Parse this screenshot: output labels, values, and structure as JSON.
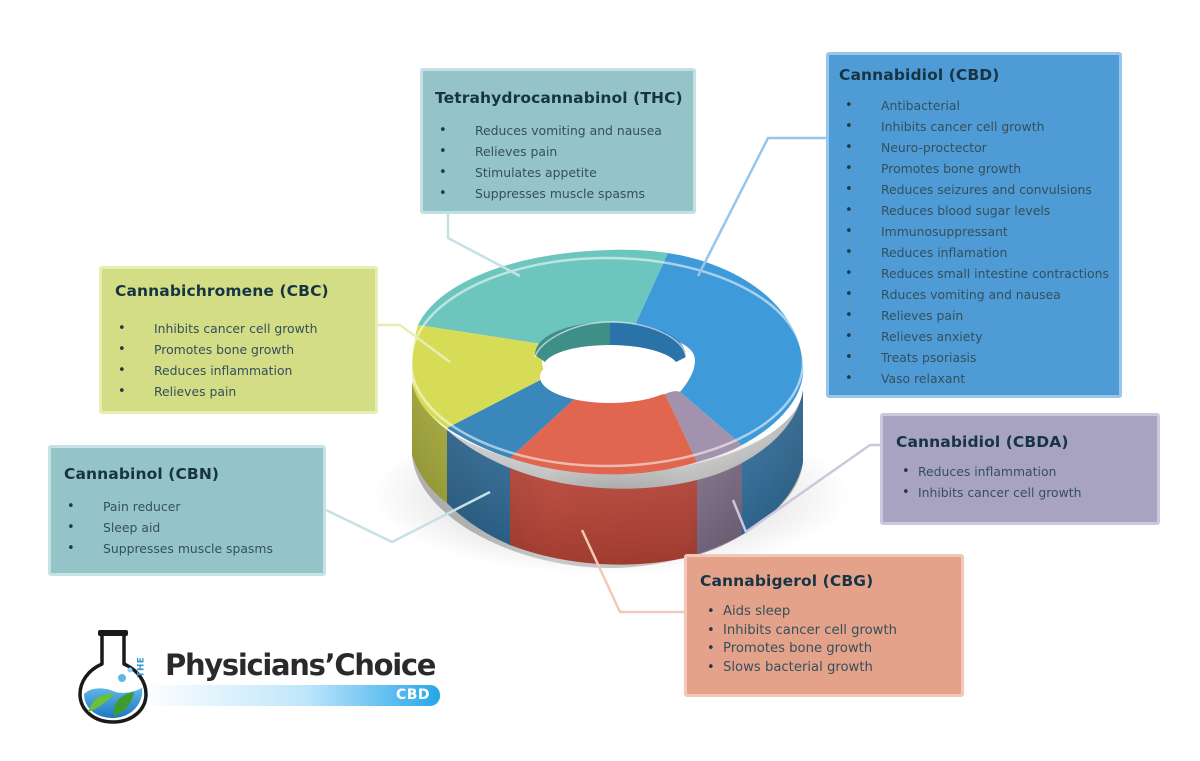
{
  "diagram": {
    "segments": [
      {
        "name": "THC",
        "color": "#6cc6bd"
      },
      {
        "name": "CBD",
        "color": "#3e9ad8"
      },
      {
        "name": "CBDA",
        "color": "#a392ad"
      },
      {
        "name": "CBG",
        "color": "#e06650"
      },
      {
        "name": "CBN",
        "color": "#3a87bb"
      },
      {
        "name": "CBC",
        "color": "#d6dc55"
      }
    ]
  },
  "cards": {
    "thc": {
      "title": "Tetrahydrocannabinol (THC)",
      "items": [
        "Reduces vomiting and nausea",
        "Relieves pain",
        "Stimulates appetite",
        "Suppresses muscle spasms"
      ],
      "color": "#94c4c7"
    },
    "cbd": {
      "title": "Cannabidiol (CBD)",
      "items": [
        "Antibacterial",
        "Inhibits cancer cell growth",
        "Neuro-proctector",
        "Promotes bone growth",
        "Reduces seizures and convulsions",
        "Reduces blood sugar levels",
        "Immunosuppressant",
        "Reduces inflamation",
        "Reduces small intestine contractions",
        "Rduces vomiting and nausea",
        "Relieves pain",
        "Relieves anxiety",
        "Treats psoriasis",
        "Vaso relaxant"
      ],
      "color": "#4e9bd6"
    },
    "cbc": {
      "title": "Cannabichromene (CBC)",
      "items": [
        "Inhibits cancer cell growth",
        "Promotes bone growth",
        "Reduces inflammation",
        "Relieves pain"
      ],
      "color": "#d3dd85"
    },
    "cbn": {
      "title": "Cannabinol (CBN)",
      "items": [
        "Pain reducer",
        "Sleep aid",
        "Suppresses muscle spasms"
      ],
      "color": "#94c4c7"
    },
    "cbda": {
      "title": "Cannabidiol (CBDA)",
      "items": [
        "Reduces inflammation",
        "Inhibits cancer cell growth"
      ],
      "color": "#a9a3c2"
    },
    "cbg": {
      "title": "Cannabigerol (CBG)",
      "items": [
        "Aids sleep",
        "Inhibits cancer cell growth",
        "Promotes bone growth",
        "Slows bacterial growth"
      ],
      "color": "#e5a28a"
    }
  },
  "logo": {
    "prefix": "THE",
    "name": "Physicians’Choice",
    "tag": "CBD",
    "tag_color": "#2e94d2"
  }
}
